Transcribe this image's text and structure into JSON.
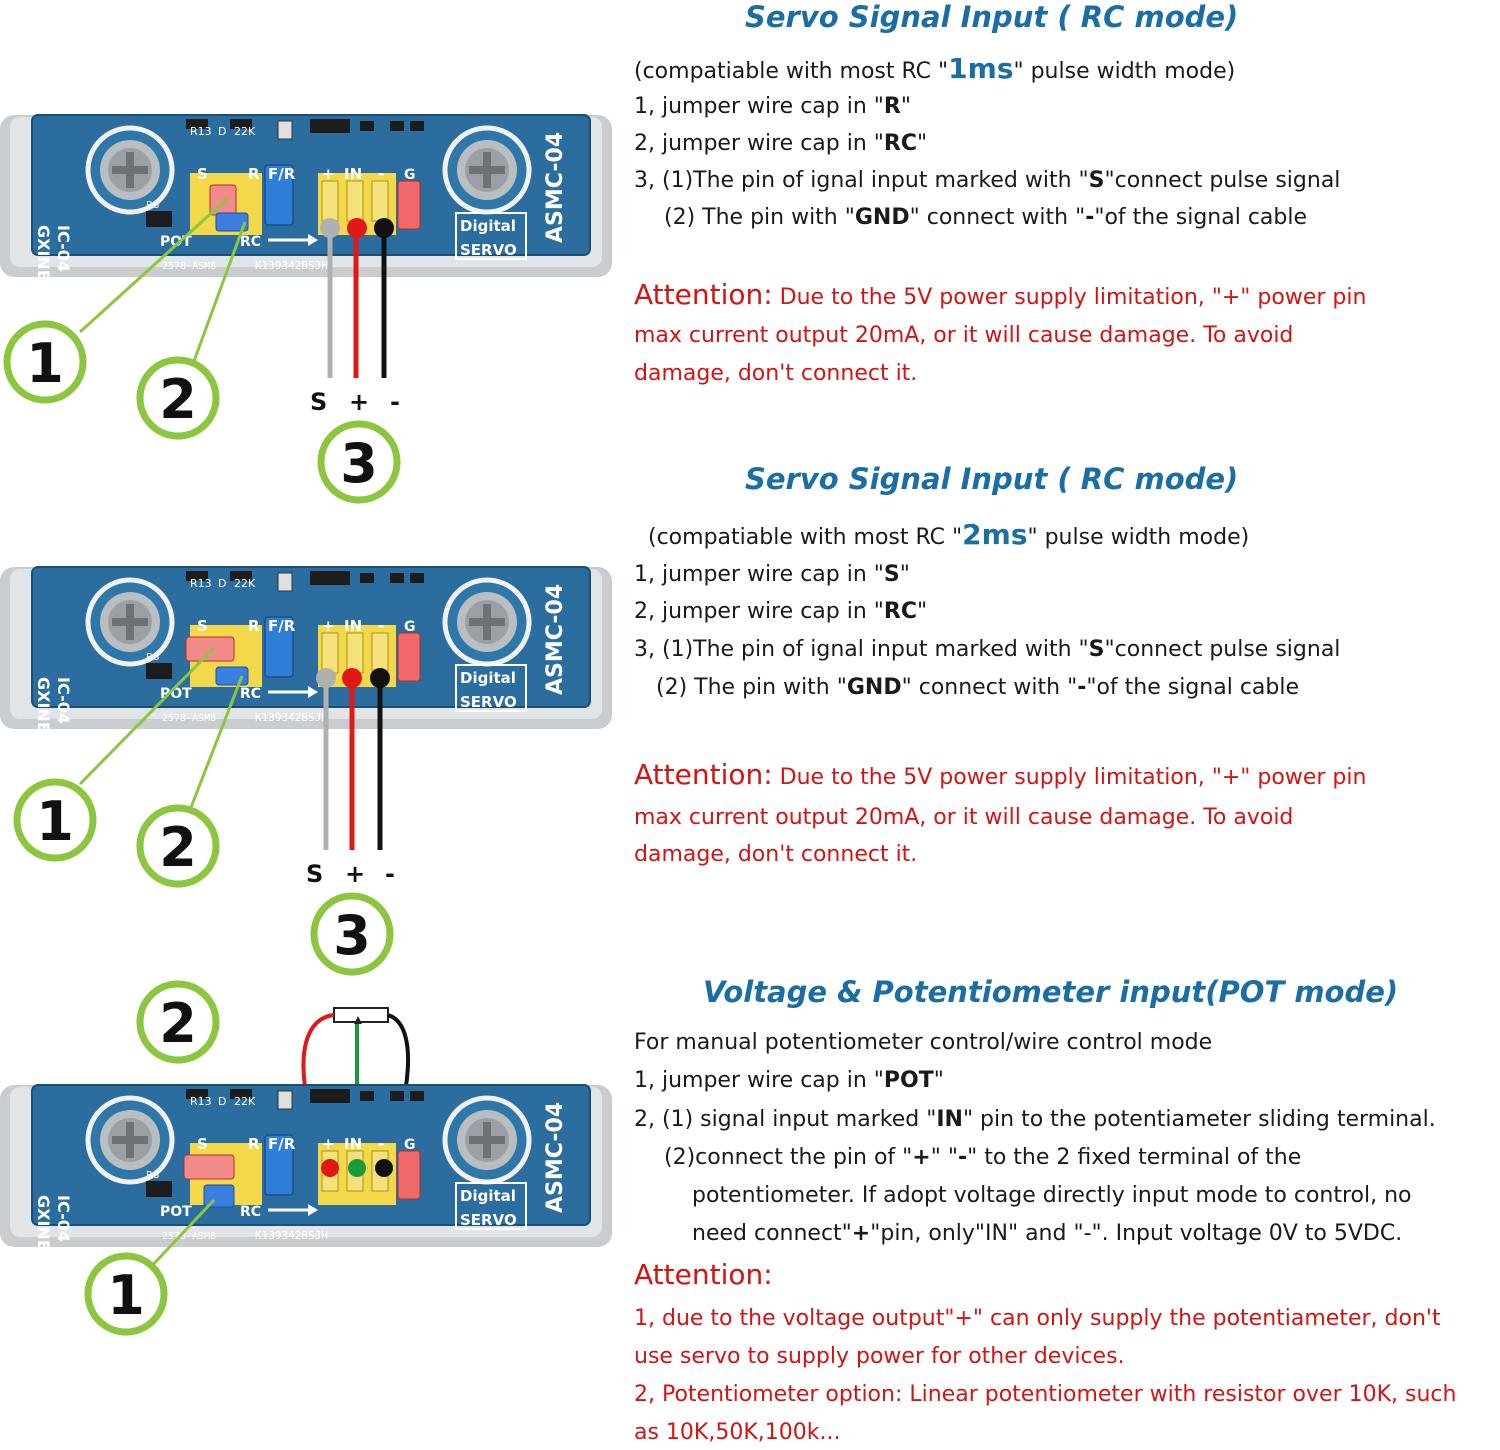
{
  "colors": {
    "title_blue": "#1a6ea5",
    "attention_red": "#d21414",
    "board_blue": "#2a6d9e",
    "callout_green": "#8cc63f"
  },
  "board": {
    "model": "ASMC-04",
    "model_partial": "IC-04",
    "brand_partial": "GXINE",
    "badge_line1": "Digital",
    "badge_line2": "SERVO",
    "serial": "K139342BSJH",
    "code": "2578-ASM8",
    "labels": {
      "s": "S",
      "r": "R",
      "fr": "F/R",
      "plus": "+",
      "in": "IN",
      "minus": "-",
      "g": "G",
      "pot": "POT",
      "rc": "RC",
      "r13": "R13",
      "d": "D",
      "v": "22K",
      "r8": "R8"
    }
  },
  "callouts": {
    "one": "1",
    "two": "2",
    "three": "3"
  },
  "wire_labels": {
    "s": "S",
    "plus": "+",
    "minus": "-"
  },
  "section1": {
    "title": "Servo Signal Input ( RC mode)",
    "compat_pre": "(compatiable with most RC \"",
    "compat_val": "1ms",
    "compat_post": "\" pulse width mode)",
    "step1_pre": "1,  jumper wire cap in \"",
    "step1_val": "R",
    "step1_post": "\"",
    "step2_pre": "2,  jumper wire cap in \"",
    "step2_val": "RC",
    "step2_post": "\"",
    "step3a_pre": "3, (1)The pin of ignal input marked with \"",
    "step3a_val": "S",
    "step3a_post": "\"connect pulse signal",
    "step3b_pre": "(2) The pin with \"",
    "step3b_val": "GND",
    "step3b_mid": "\" connect with \"",
    "step3b_val2": "-",
    "step3b_post": "\"of the signal cable",
    "attention_label": "Attention:",
    "attention_1": " Due to the 5V power supply limitation, \"+\" power pin",
    "attention_2": "max current output 20mA, or it will cause damage. To avoid",
    "attention_3": "damage, don't connect it."
  },
  "section2": {
    "title": "Servo Signal Input ( RC mode)",
    "compat_pre": "(compatiable with most RC \"",
    "compat_val": "2ms",
    "compat_post": "\" pulse width mode)",
    "step1_pre": "1,  jumper wire cap in \"",
    "step1_val": "S",
    "step1_post": "\"",
    "step2_pre": "2,  jumper wire cap in \"",
    "step2_val": "RC",
    "step2_post": "\"",
    "step3a_pre": "3, (1)The pin of ignal input marked with \"",
    "step3a_val": "S",
    "step3a_post": "\"connect pulse signal",
    "step3b_pre": "(2) The pin with \"",
    "step3b_val": "GND",
    "step3b_mid": "\" connect with \"",
    "step3b_val2": "-",
    "step3b_post": "\"of the signal cable",
    "attention_label": "Attention:",
    "attention_1": " Due to the 5V power supply limitation, \"+\" power pin",
    "attention_2": "max current output 20mA, or it will cause damage. To avoid",
    "attention_3": "damage, don't connect it."
  },
  "section3": {
    "title": "Voltage & Potentiometer input(POT mode)",
    "intro": "For manual potentiometer control/wire control mode",
    "step1_pre": "1, jumper wire cap in \"",
    "step1_val": "POT",
    "step1_post": "\"",
    "step2a_pre": "2, (1) signal input marked \"",
    "step2a_val": "IN",
    "step2a_post": "\" pin to the potentiameter sliding terminal.",
    "step2b_pre": "(2)connect the pin of \"",
    "step2b_val": "+",
    "step2b_mid": "\" \"",
    "step2b_val2": "-",
    "step2b_post": "\"  to the 2 fixed terminal of the",
    "step2c": "potentiometer. If adopt voltage directly input mode to control, no",
    "step2d_pre": "need connect\"",
    "step2d_val": "+",
    "step2d_post": "\"pin, only\"IN\" and \"-\". Input voltage 0V to 5VDC.",
    "attention_label": "Attention:",
    "att_1": "1, due to the voltage output\"+\" can only supply the potentiameter, don't",
    "att_2": "use servo to supply power for other devices.",
    "att_3": "2, Potentiometer option: Linear potentiometer with resistor over 10K, such",
    "att_4": "as 10K,50K,100k..."
  }
}
